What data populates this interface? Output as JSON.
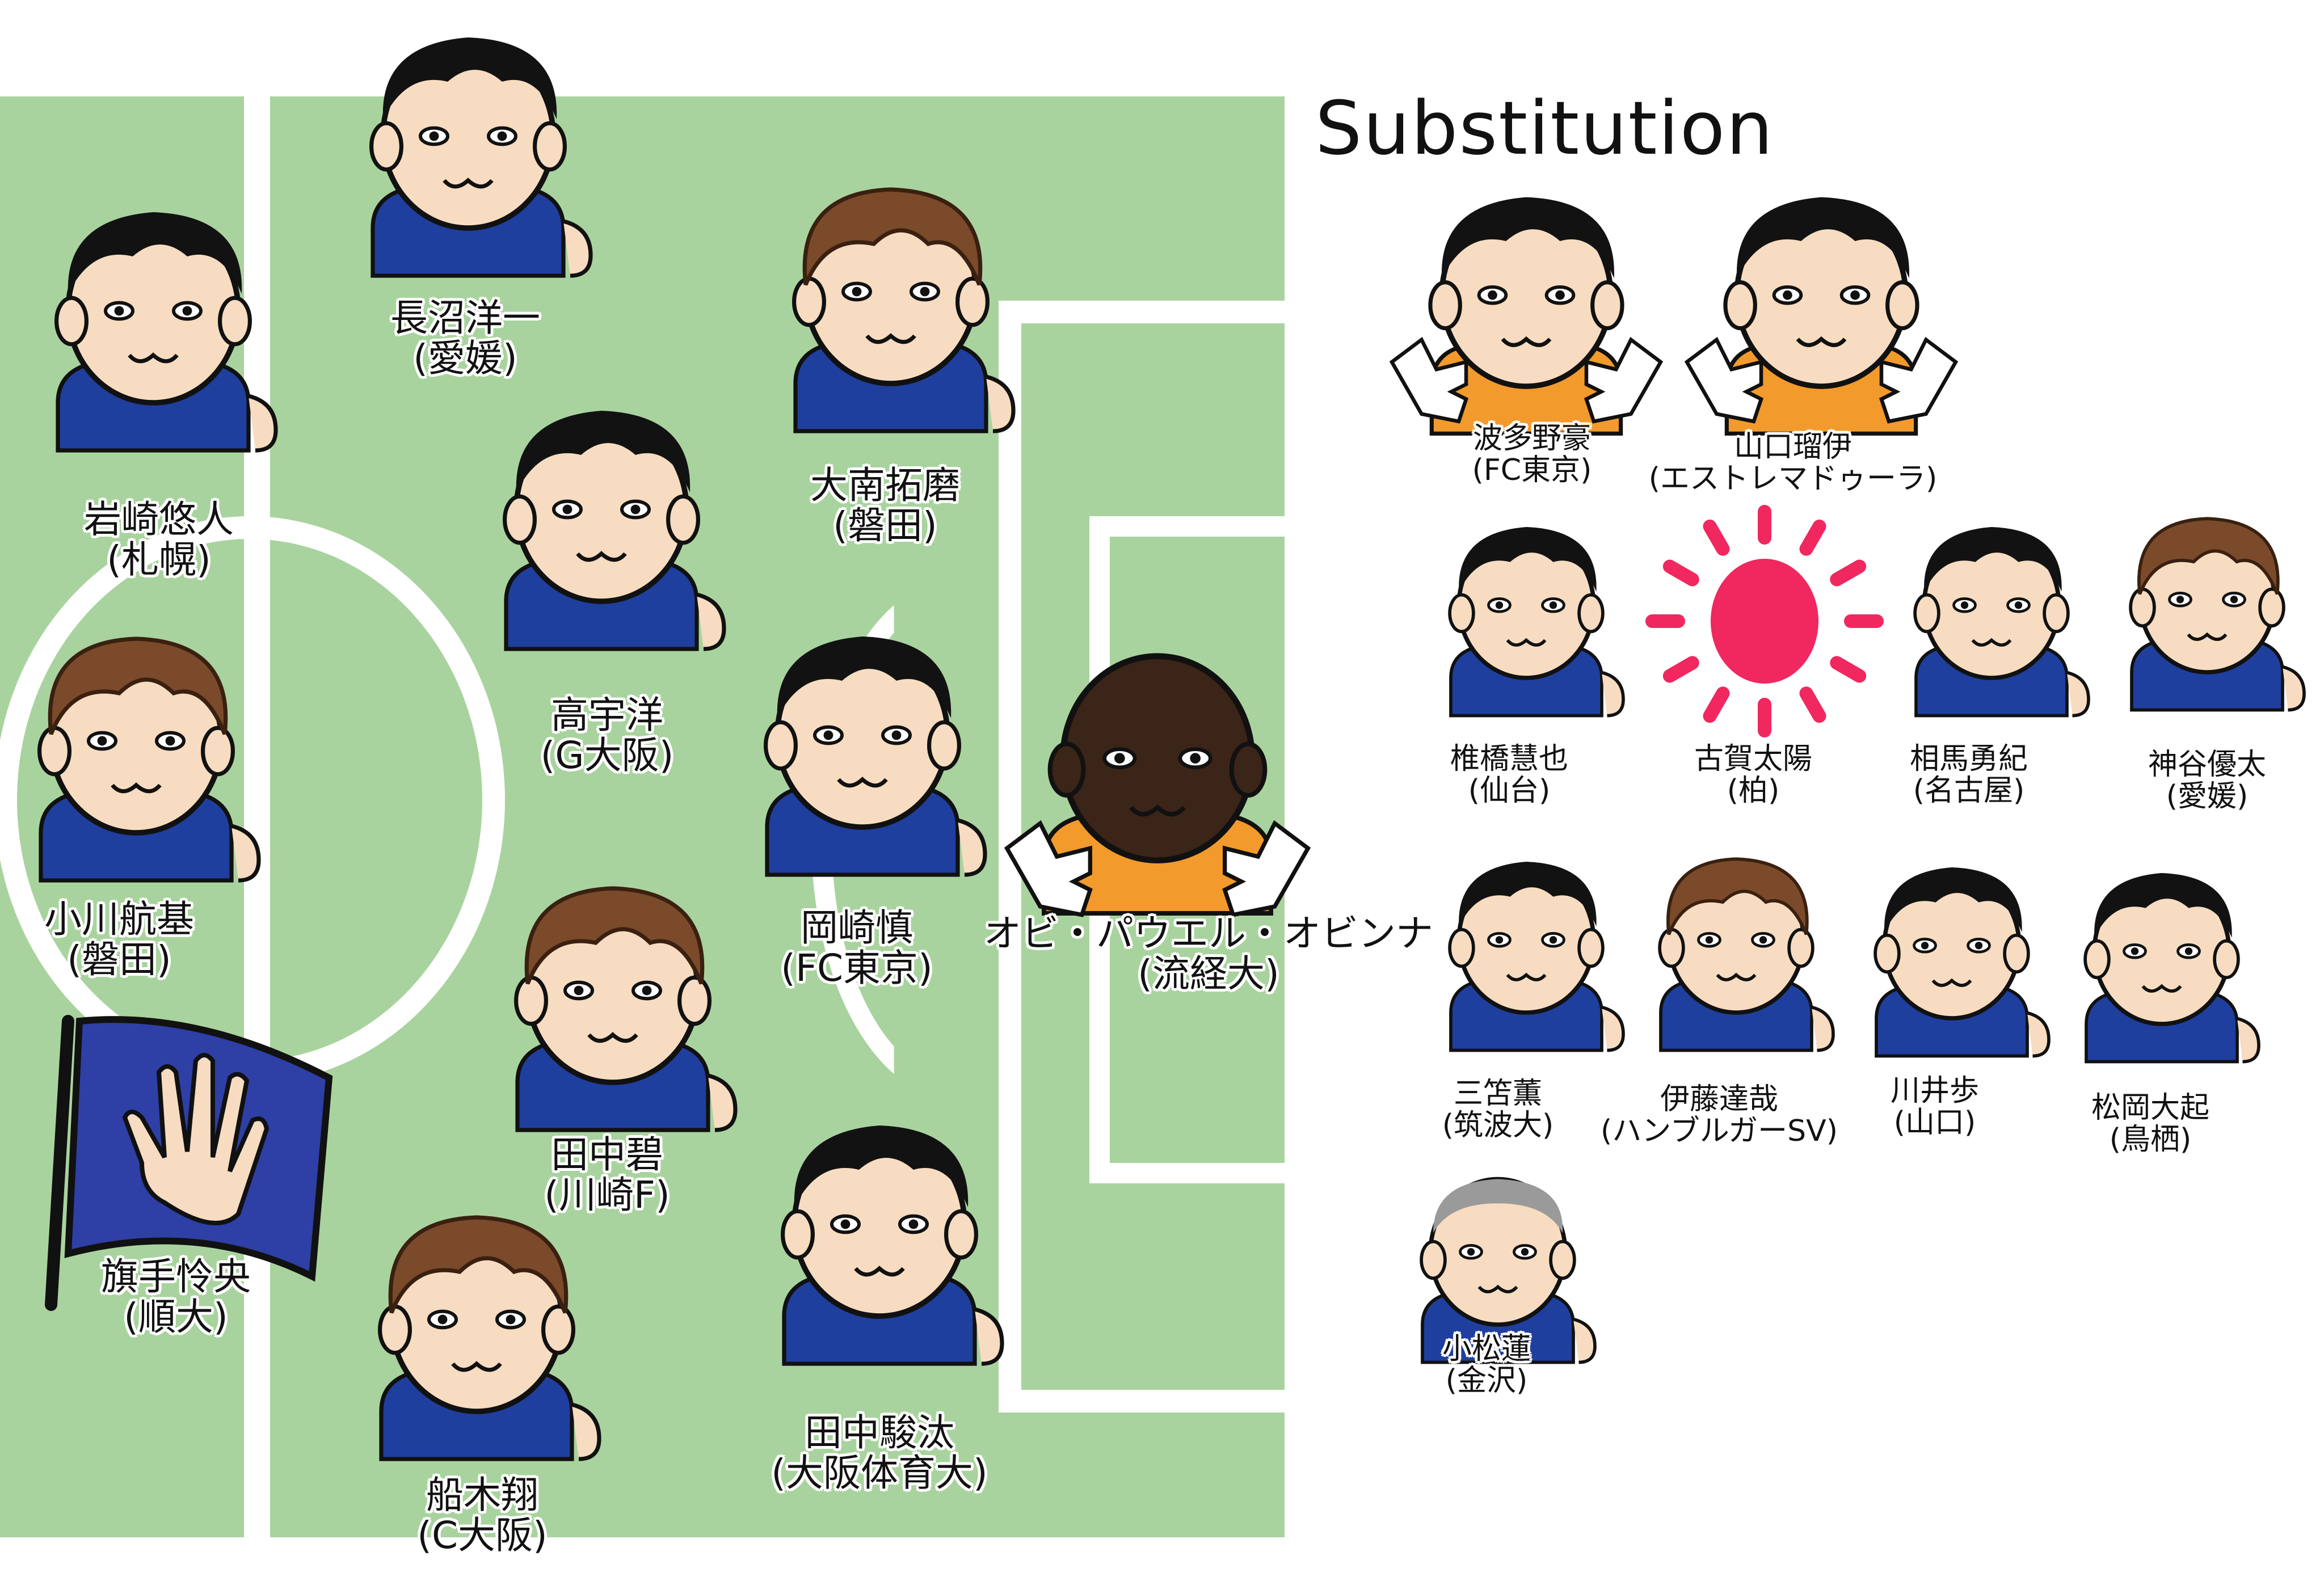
{
  "substitution_title": "Substitution",
  "starters": [
    {
      "name": "長沼洋一",
      "club": "(愛媛)"
    },
    {
      "name": "岩崎悠人",
      "club": "(札幌)"
    },
    {
      "name": "大南拓磨",
      "club": "(磐田)"
    },
    {
      "name": "高宇洋",
      "club": "(G大阪)"
    },
    {
      "name": "小川航基",
      "club": "(磐田)"
    },
    {
      "name": "岡崎慎",
      "club": "(FC東京)"
    },
    {
      "name": "オビ・パウエル・オビンナ",
      "club": "(流経大)"
    },
    {
      "name": "田中碧",
      "club": "(川崎F)"
    },
    {
      "name": "旗手怜央",
      "club": "(順大)"
    },
    {
      "name": "船木翔",
      "club": "(C大阪)"
    },
    {
      "name": "田中駿汰",
      "club": "(大阪体育大)"
    }
  ],
  "substitutes": [
    {
      "name": "波多野豪",
      "club": "(FC東京)"
    },
    {
      "name": "山口瑠伊",
      "club": "(エストレマドゥーラ)"
    },
    {
      "name": "椎橋慧也",
      "club": "(仙台)"
    },
    {
      "name": "古賀太陽",
      "club": "(柏)"
    },
    {
      "name": "相馬勇紀",
      "club": "(名古屋)"
    },
    {
      "name": "神谷優太",
      "club": "(愛媛)"
    },
    {
      "name": "三笘薫",
      "club": "(筑波大)"
    },
    {
      "name": "伊藤達哉",
      "club": "(ハンブルガーSV)"
    },
    {
      "name": "川井歩",
      "club": "(山口)"
    },
    {
      "name": "松岡大起",
      "club": "(鳥栖)"
    },
    {
      "name": "小松蓮",
      "club": "(金沢)"
    }
  ],
  "colors": {
    "pitch": "#a9d39e",
    "lines": "#ffffff",
    "jersey": "#1f3f9e",
    "flag": "#2e3fa6",
    "sun": "#f0285f",
    "skin": "#f7dcc1",
    "hair_black": "#121212",
    "hair_brown": "#7a4a2a"
  },
  "icons": [
    "soccer-pitch",
    "player-caricature",
    "team-flag-hand-icon",
    "rising-sun-icon",
    "thumbs-up-glove-icon"
  ]
}
